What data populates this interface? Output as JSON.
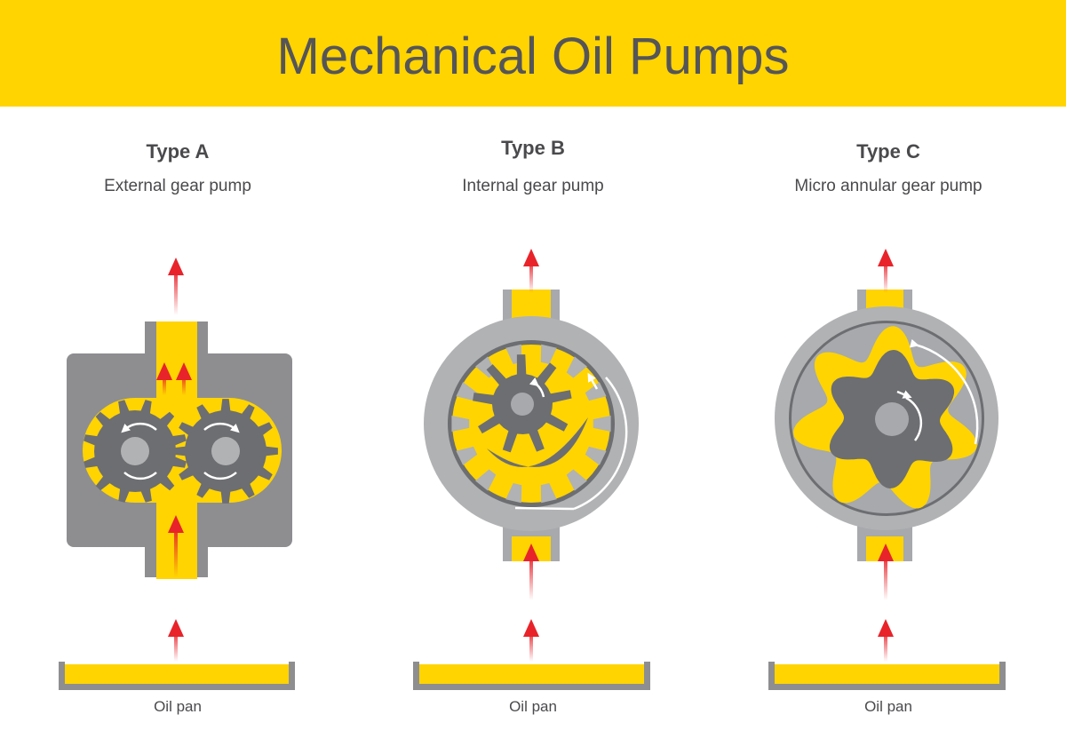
{
  "title": "Mechanical Oil Pumps",
  "pumps": [
    {
      "type": "Type A",
      "name": "External gear pump",
      "pan": "Oil pan"
    },
    {
      "type": "Type B",
      "name": "Internal gear pump",
      "pan": "Oil pan"
    },
    {
      "type": "Type C",
      "name": "Micro annular gear pump",
      "pan": "Oil pan"
    }
  ],
  "colors": {
    "banner": "#FFD400",
    "oil": "#FFD400",
    "housing": "#8E8E91",
    "gear": "#6D6E71",
    "arrow": "#E8232A",
    "text": "#4A4A4D"
  }
}
